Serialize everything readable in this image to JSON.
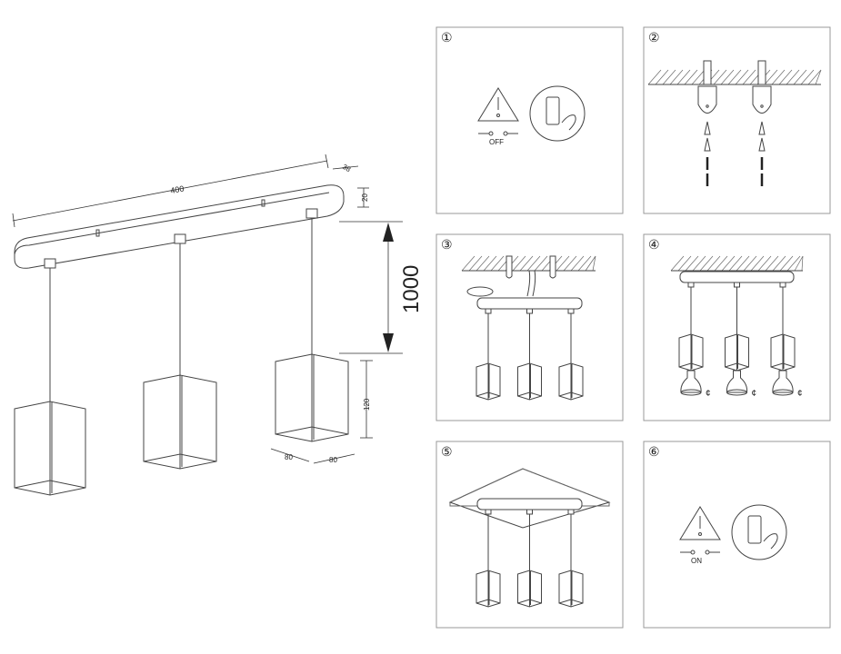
{
  "dimensions": {
    "length": "400",
    "width": "38",
    "height": "20",
    "cable_length": "1000",
    "shade_height": "120",
    "shade_width_a": "80",
    "shade_width_b": "80"
  },
  "steps": [
    {
      "number": "①",
      "switch_label": "OFF"
    },
    {
      "number": "②"
    },
    {
      "number": "③"
    },
    {
      "number": "④"
    },
    {
      "number": "⑤"
    },
    {
      "number": "⑥",
      "switch_label": "ON"
    }
  ],
  "colors": {
    "line": "#444444",
    "panel_border": "#999999"
  }
}
